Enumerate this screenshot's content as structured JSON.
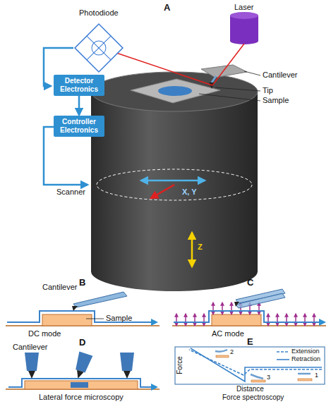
{
  "diagram": {
    "nodes": [
      {
        "text": [
          "Detector Electronics"
        ]
      },
      {
        "text": [
          "Controller Electronics"
        ]
      }
    ],
    "edges": [
      {
        "from": 0,
        "to": 1,
        "arrow": "to"
      }
    ],
    "labels": [
      "A",
      "Laser",
      "Photodiode",
      "Cantilever",
      "Tip",
      "Sample",
      "Scanner",
      "X, Y",
      "Z",
      "B",
      "Cantilever",
      "Sample",
      "DC mode",
      "C",
      "AC mode",
      "D",
      "Cantilever",
      "Lateral force microscopy",
      "E",
      "2",
      "1",
      "3",
      "Force",
      "Distance",
      "Force spectroscopy"
    ],
    "legend": [
      {
        "text": "Extension"
      },
      {
        "text": "Retraction"
      }
    ]
  }
}
